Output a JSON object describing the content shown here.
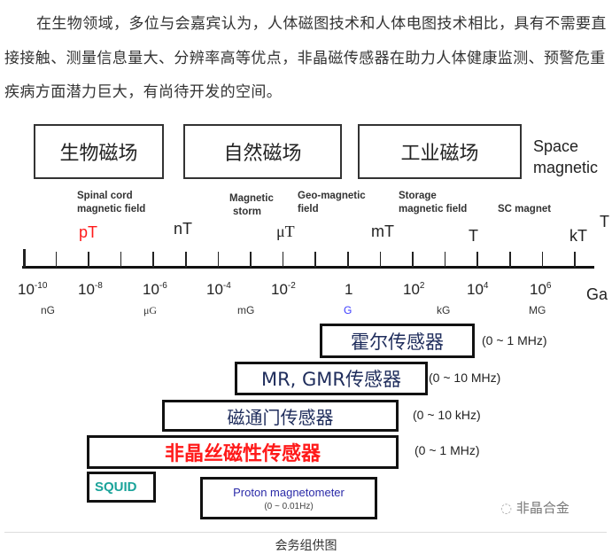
{
  "paragraph": "在生物领域，多位与会嘉宾认为，人体磁图技术和人体电图技术相比，具有不需要直接接触、测量信息量大、分辨率高等优点，非晶磁传感器在助力人体健康监测、预警危重疾病方面潜力巨大，有尚待开发的空间。",
  "figure": {
    "categories": [
      "生物磁场",
      "自然磁场",
      "工业磁场"
    ],
    "space": [
      "Space",
      "magnetic"
    ],
    "examples": [
      [
        "Spinal cord",
        "magnetic field"
      ],
      [
        "Magnetic",
        "storm"
      ],
      [
        "Geo-magnetic",
        "field"
      ],
      [
        "Storage",
        "magnetic field"
      ],
      [
        "SC magnet"
      ]
    ],
    "tesla_units": [
      "pT",
      "nT",
      "μT",
      "mT",
      "T",
      "kT",
      "T"
    ],
    "exponents": [
      {
        "base": "10",
        "exp": "-10"
      },
      {
        "base": "10",
        "exp": "-8"
      },
      {
        "base": "10",
        "exp": "-6"
      },
      {
        "base": "10",
        "exp": "-4"
      },
      {
        "base": "10",
        "exp": "-2"
      },
      {
        "base": "1",
        "exp": ""
      },
      {
        "base": "10",
        "exp": "2"
      },
      {
        "base": "10",
        "exp": "4"
      },
      {
        "base": "10",
        "exp": "6"
      }
    ],
    "axis_unit": "Ga",
    "gauss_units": [
      "nG",
      "μG",
      "mG",
      "G",
      "kG",
      "MG"
    ],
    "sensors": [
      {
        "name": "霍尔传感器",
        "freq": "(0 ~ 1 MHz)"
      },
      {
        "name": "MR, GMR传感器",
        "freq": "(0 ~ 10 MHz)"
      },
      {
        "name": "磁通门传感器",
        "freq": "(0 ~ 10 kHz)"
      },
      {
        "name": "非晶丝磁性传感器",
        "freq": "(0 ~ 1 MHz)"
      },
      {
        "name": "SQUID"
      },
      {
        "name": "Proton magnetometer",
        "freq": "(0 ~ 0.01Hz)"
      }
    ],
    "watermark": "非晶合金",
    "colors": {
      "highlight": "#ff1a1a",
      "squid": "#1aa39a",
      "proton": "#2a2aa8",
      "gauss": "#3b3bff"
    }
  },
  "caption": "会务组供图"
}
